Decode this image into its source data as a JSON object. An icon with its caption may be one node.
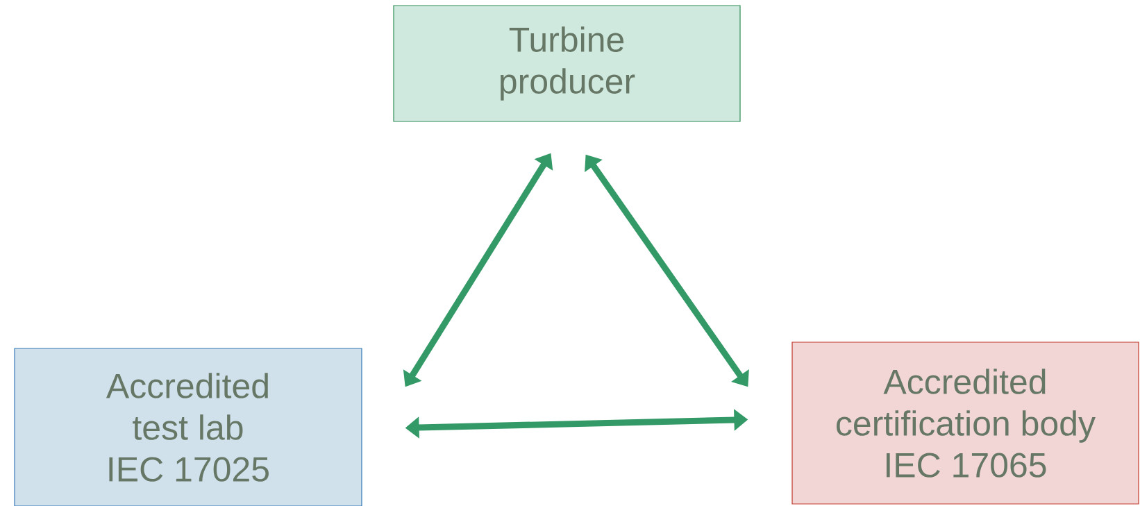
{
  "diagram": {
    "nodes": [
      {
        "text": [
          "Turbine producer"
        ]
      },
      {
        "text": [
          "Accredited test lab IEC 17025"
        ]
      },
      {
        "text": [
          "Accredited certification body IEC 17065"
        ]
      }
    ],
    "edges": [
      {
        "from": 0,
        "to": 1,
        "arrow": "both"
      },
      {
        "from": 0,
        "to": 2,
        "arrow": "both"
      },
      {
        "from": 1,
        "to": 2,
        "arrow": "both"
      }
    ]
  }
}
